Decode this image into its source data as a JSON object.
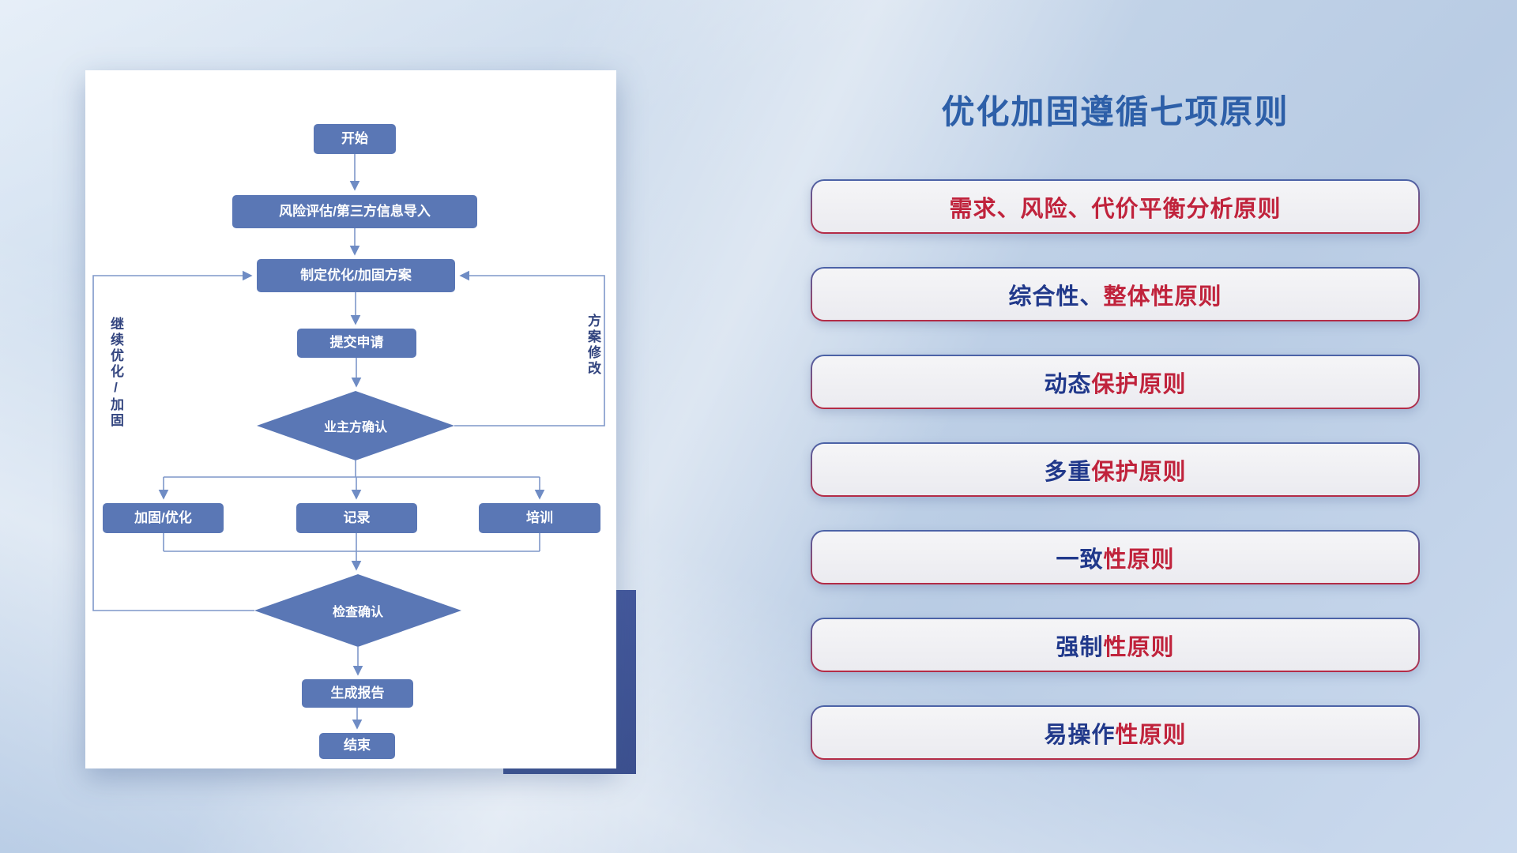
{
  "title": "优化加固遵循七项原则",
  "flowchart": {
    "start": "开始",
    "risk_import": "风险评估/第三方信息导入",
    "make_plan": "制定优化/加固方案",
    "submit": "提交申请",
    "owner_confirm": "业主方确认",
    "reinforce": "加固/优化",
    "record": "记录",
    "training": "培训",
    "check_confirm": "检查确认",
    "report": "生成报告",
    "end": "结束",
    "label_continue": "继续优化/加固",
    "label_modify": "方案修改"
  },
  "principles": [
    {
      "blue": "",
      "red": "需求、风险、代价平衡分析原则"
    },
    {
      "blue": "综合性、",
      "red": "整体性原则"
    },
    {
      "blue": "动态",
      "red": "保护原则"
    },
    {
      "blue": "多重",
      "red": "保护原则"
    },
    {
      "blue": "一致",
      "red": "性原则"
    },
    {
      "blue": "强制",
      "red": "性原则"
    },
    {
      "blue": "易操作",
      "red": "性原则"
    }
  ],
  "colors": {
    "accent_blue": "#2d5fa8",
    "node_blue": "#5a77b5",
    "principle_red": "#c0233c",
    "principle_blue": "#21398b",
    "line_blue": "#7e97c9"
  }
}
